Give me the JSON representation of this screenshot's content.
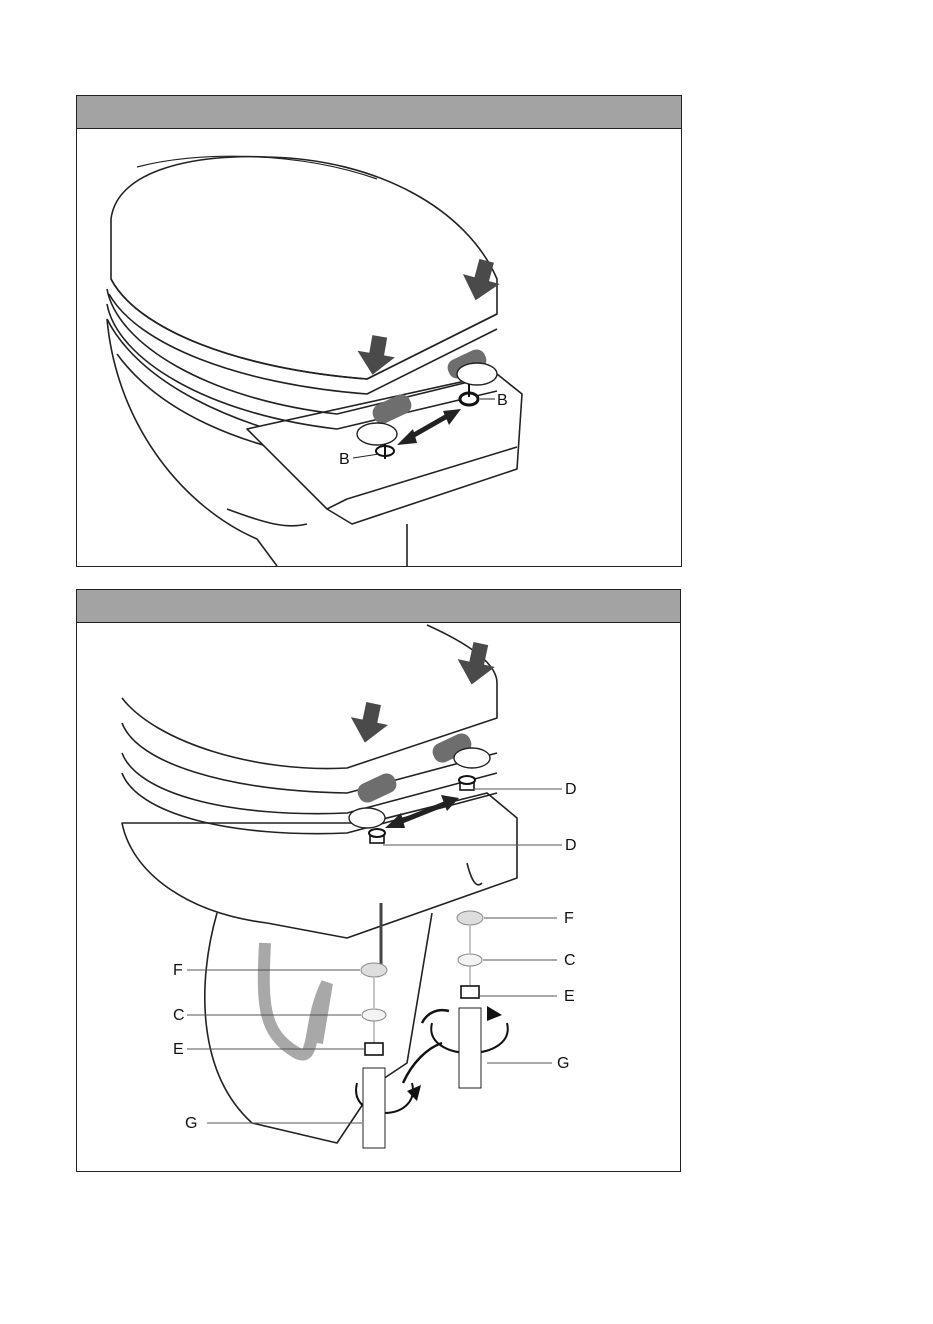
{
  "panel_1": {
    "header": "",
    "labels": {
      "b_left": "B",
      "b_right": "B"
    }
  },
  "panel_2": {
    "header": "",
    "labels": {
      "d_top": "D",
      "d_bottom": "D",
      "f_left": "F",
      "c_left": "C",
      "e_left": "E",
      "g_left": "G",
      "f_right": "F",
      "c_right": "C",
      "e_right": "E",
      "g_right": "G"
    }
  },
  "colors": {
    "header": "#a3a3a3",
    "arrow": "#4a4a4a",
    "hinge": "#6e6e6e",
    "line": "#222222"
  }
}
